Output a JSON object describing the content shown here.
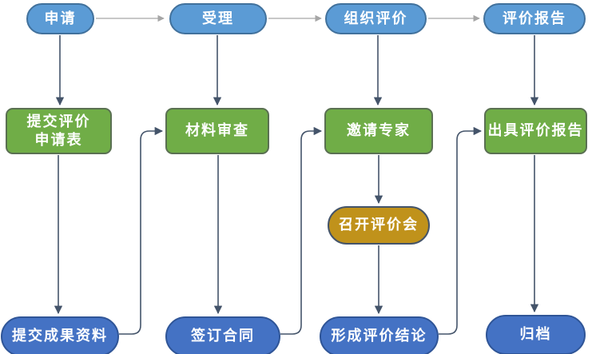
{
  "colors": {
    "background": "#FFFFFF",
    "top_pill_fill": "#5B9BD5",
    "top_pill_border": "#41719C",
    "process_fill": "#70AD47",
    "process_border": "#5A7052",
    "meeting_fill": "#C0921B",
    "meeting_border": "#44546A",
    "bottom_pill_fill": "#4472C4",
    "bottom_pill_border": "#2F5597",
    "arrow_dark": "#44546A",
    "arrow_gray": "#A6A6A6"
  },
  "nodes": {
    "apply": {
      "label": "申请"
    },
    "accept": {
      "label": "受理"
    },
    "organize": {
      "label": "组织评价"
    },
    "report": {
      "label": "评价报告"
    },
    "submit_form": {
      "label": "提交评价\n申请表"
    },
    "review": {
      "label": "材料审查"
    },
    "invite": {
      "label": "邀请专家"
    },
    "issue": {
      "label": "出具评价报告"
    },
    "meeting": {
      "label": "召开评价会"
    },
    "submit_materials": {
      "label": "提交成果资料"
    },
    "sign": {
      "label": "签订合同"
    },
    "conclusion": {
      "label": "形成评价结论"
    },
    "archive": {
      "label": "归档"
    }
  },
  "edges": [
    {
      "from": "申请",
      "to": "受理",
      "style": "gray"
    },
    {
      "from": "受理",
      "to": "组织评价",
      "style": "gray"
    },
    {
      "from": "组织评价",
      "to": "评价报告",
      "style": "gray"
    },
    {
      "from": "申请",
      "to": "提交评价申请表",
      "style": "dark"
    },
    {
      "from": "提交评价申请表",
      "to": "提交成果资料",
      "style": "dark"
    },
    {
      "from": "提交成果资料",
      "to": "材料审查",
      "style": "dark"
    },
    {
      "from": "受理",
      "to": "材料审查",
      "style": "dark"
    },
    {
      "from": "材料审查",
      "to": "签订合同",
      "style": "dark"
    },
    {
      "from": "签订合同",
      "to": "邀请专家",
      "style": "dark"
    },
    {
      "from": "组织评价",
      "to": "邀请专家",
      "style": "dark"
    },
    {
      "from": "邀请专家",
      "to": "召开评价会",
      "style": "dark"
    },
    {
      "from": "召开评价会",
      "to": "形成评价结论",
      "style": "dark"
    },
    {
      "from": "形成评价结论",
      "to": "出具评价报告",
      "style": "dark"
    },
    {
      "from": "评价报告",
      "to": "出具评价报告",
      "style": "dark"
    },
    {
      "from": "出具评价报告",
      "to": "归档",
      "style": "dark"
    }
  ]
}
